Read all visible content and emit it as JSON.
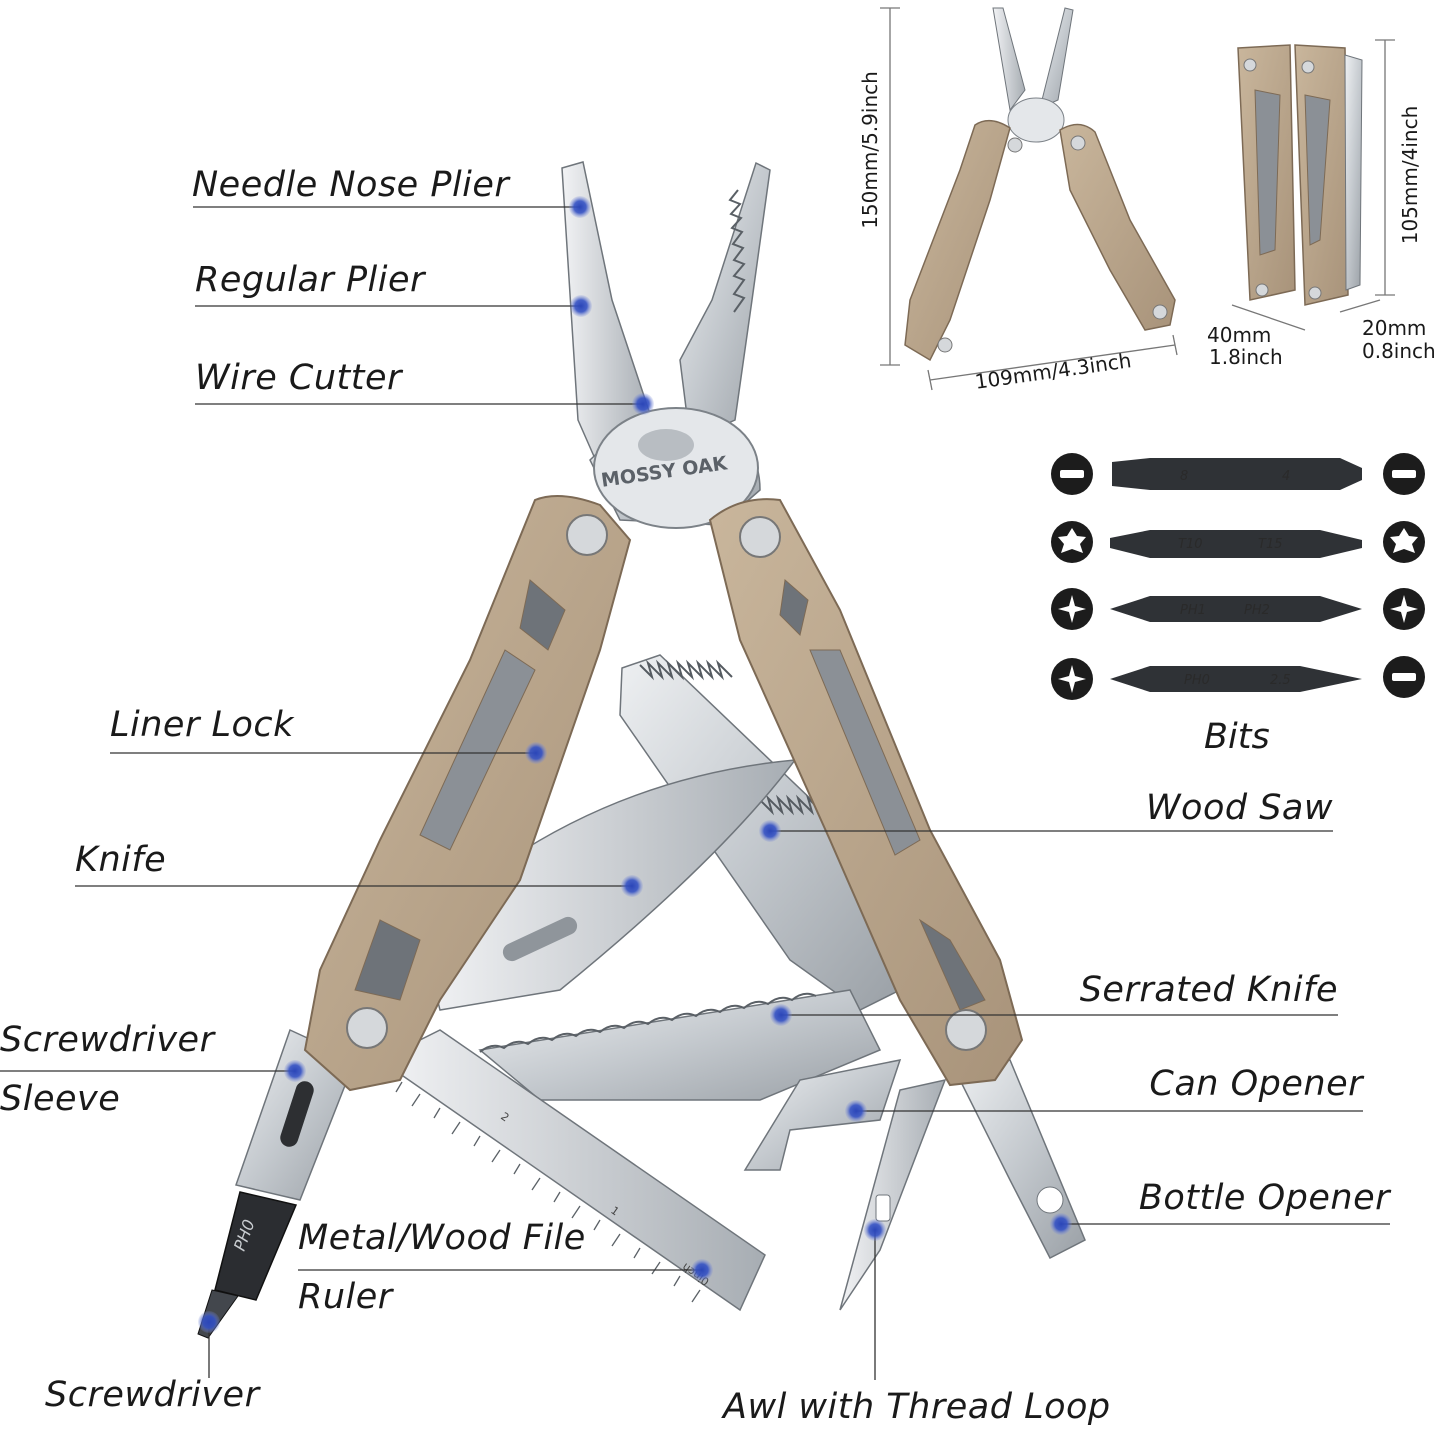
{
  "labels": {
    "needle_nose_plier": "Needle Nose Plier",
    "regular_plier": "Regular Plier",
    "wire_cutter": "Wire Cutter",
    "liner_lock": "Liner Lock",
    "knife": "Knife",
    "screwdriver_sleeve_1": "Screwdriver",
    "screwdriver_sleeve_2": "Sleeve",
    "metal_wood_file": "Metal/Wood File",
    "ruler": "Ruler",
    "screwdriver": "Screwdriver",
    "wood_saw": "Wood Saw",
    "serrated_knife": "Serrated Knife",
    "can_opener": "Can Opener",
    "bottle_opener": "Bottle Opener",
    "awl_with_thread_loop": "Awl with Thread Loop"
  },
  "brand": "MOSSY OAK",
  "dimensions": {
    "open_height": "150mm/5.9inch",
    "open_width": "109mm/4.3inch",
    "closed_height": "105mm/4inch",
    "closed_width_mm": "40mm",
    "closed_width_in": "1.8inch",
    "closed_depth_mm": "20mm",
    "closed_depth_in": "0.8inch"
  },
  "bits": {
    "title": "Bits",
    "items": [
      {
        "left_code": "8",
        "right_code": "4",
        "left_icon": "slotted-icon",
        "right_icon": "slotted-icon"
      },
      {
        "left_code": "T10",
        "right_code": "T15",
        "left_icon": "torx-icon",
        "right_icon": "torx-icon"
      },
      {
        "left_code": "PH1",
        "right_code": "PH2",
        "left_icon": "phillips-icon",
        "right_icon": "phillips-icon"
      },
      {
        "left_code": "PH0",
        "right_code": "2.5",
        "left_icon": "phillips-icon",
        "right_icon": "slotted-icon"
      }
    ]
  },
  "tool_marks": {
    "ruler_unit": "0inch",
    "ruler_numbers": [
      "1",
      "2"
    ],
    "bit_in_tool": "PH0"
  },
  "colors": {
    "handle": "#b9a48a",
    "steel": "#cfd3d7",
    "marker": "#2d45a8",
    "line": "#333333"
  }
}
